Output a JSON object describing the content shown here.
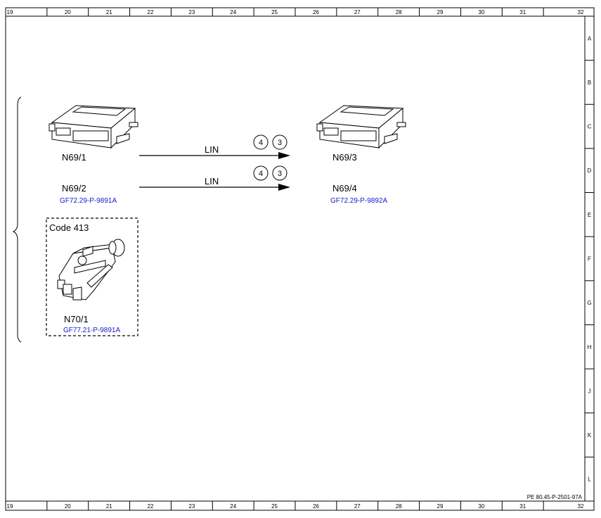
{
  "frame": {
    "columns": [
      "19",
      "20",
      "21",
      "22",
      "23",
      "24",
      "25",
      "26",
      "27",
      "28",
      "29",
      "30",
      "31",
      "32"
    ],
    "rows": [
      "A",
      "B",
      "C",
      "D",
      "E",
      "F",
      "G",
      "H",
      "J",
      "K",
      "L"
    ],
    "document_id": "PE 80.45-P-2501-97A"
  },
  "components": {
    "n69_1": "N69/1",
    "n69_2": "N69/2",
    "n69_3": "N69/3",
    "n69_4": "N69/4",
    "n70_1": "N70/1"
  },
  "refs": {
    "left_doc": "GF72.29-P-9891A",
    "right_doc": "GF72.29-P-9892A",
    "n70_doc": "GF77.21-P-9891A"
  },
  "code_box_label": "Code 413",
  "connections": [
    {
      "label": "LIN",
      "circles": [
        "4",
        "3"
      ]
    },
    {
      "label": "LIN",
      "circles": [
        "4",
        "3"
      ]
    }
  ]
}
